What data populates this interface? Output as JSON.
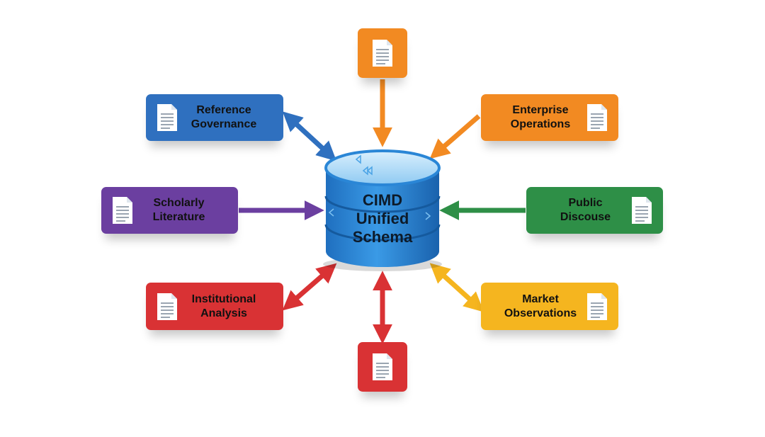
{
  "center": {
    "lines": [
      "CIMD",
      "Unified",
      "Schema"
    ],
    "color": "#2a86d6"
  },
  "nodes": {
    "reference_governance": {
      "lines": [
        "Reference",
        "Governance"
      ],
      "color": "#2f70bf",
      "icon": "document-icon"
    },
    "enterprise_operations": {
      "lines": [
        "Enterprise",
        "Operations"
      ],
      "color": "#f28a22",
      "icon": "document-icon"
    },
    "scholarly_literature": {
      "lines": [
        "Scholarly",
        "Literature"
      ],
      "color": "#6b3fa0",
      "icon": "document-icon"
    },
    "public_discouse": {
      "lines": [
        "Public",
        "Discouse"
      ],
      "color": "#2e8f47",
      "icon": "document-icon"
    },
    "institutional_analysis": {
      "lines": [
        "Institutional",
        "Analysis"
      ],
      "color": "#d93234",
      "icon": "document-icon"
    },
    "market_observations": {
      "lines": [
        "Market",
        "Observations"
      ],
      "color": "#f5b51f",
      "icon": "document-icon"
    },
    "top_source": {
      "color": "#f28a22",
      "icon": "document-icon"
    },
    "bottom_source": {
      "color": "#d93234",
      "icon": "document-icon"
    }
  },
  "connections": [
    {
      "from": "reference_governance",
      "direction": "bidirectional",
      "color": "#2f70bf"
    },
    {
      "from": "top_source",
      "direction": "to-center",
      "color": "#f28a22"
    },
    {
      "from": "enterprise_operations",
      "direction": "to-center",
      "color": "#f28a22"
    },
    {
      "from": "scholarly_literature",
      "direction": "to-center",
      "color": "#6b3fa0"
    },
    {
      "from": "public_discouse",
      "direction": "to-center",
      "color": "#2e8f47"
    },
    {
      "from": "institutional_analysis",
      "direction": "bidirectional",
      "color": "#d93234"
    },
    {
      "from": "bottom_source",
      "direction": "bidirectional",
      "color": "#d93234"
    },
    {
      "from": "market_observations",
      "direction": "bidirectional",
      "color": "#f5b51f"
    }
  ]
}
